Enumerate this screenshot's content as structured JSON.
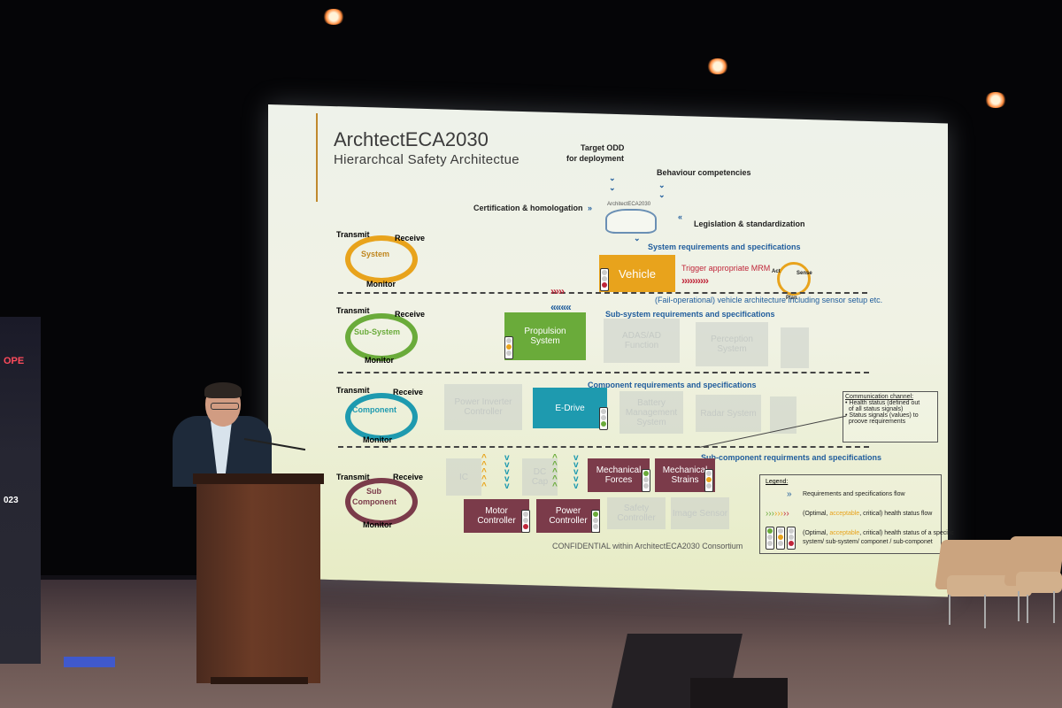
{
  "slide": {
    "title": "ArchtectECA2030",
    "subtitle": "Hierarchcal Safety Architectue",
    "target_odd": "Target ODD",
    "for_deployment": "for deployment",
    "behaviour": "Behaviour competencies",
    "certification": "Certification & homologation",
    "legislation": "Legislation & standardization",
    "car_label": "ArchitectECA2030",
    "sys_req": "System requirements and specifications",
    "vehicle": "Vehicle",
    "trigger": "Trigger appropriate MRM",
    "act": "Act",
    "sense": "Sense",
    "plan": "Plan",
    "fail_op": "(Fail-operational) vehicle architecture including sensor setup etc.",
    "subsys_req": "Sub-system requirements and specifications",
    "propulsion_1": "Propulsion",
    "propulsion_2": "System",
    "adas_1": "ADAS/AD",
    "adas_2": "Function",
    "perception_1": "Perception",
    "perception_2": "System",
    "comp_req": "Component requirements and specifications",
    "power_inv_1": "Power Inverter",
    "power_inv_2": "Controller",
    "edrive": "E-Drive",
    "battery_1": "Battery",
    "battery_2": "Management",
    "battery_3": "System",
    "radar": "Radar System",
    "subcomp_req": "Sub-component requirments and specifications",
    "ic": "IC",
    "dc_1": "DC",
    "dc_2": "Cap",
    "mech_forces_1": "Mechanical",
    "mech_forces_2": "Forces",
    "mech_strains_1": "Mechanical",
    "mech_strains_2": "Strains",
    "motor_1": "Motor",
    "motor_2": "Controller",
    "power_ctrl_1": "Power",
    "power_ctrl_2": "Controller",
    "safety_1": "Safety",
    "safety_2": "Controller",
    "image_sensor": "Image Sensor",
    "confidential": "CONFIDENTIAL within ArchitectECA2030 Consortium",
    "comm_title": "Communication channel:",
    "comm_b1a": "Health status (defined out",
    "comm_b1b": "of all status signals)",
    "comm_b2a": "Status signals (values) to",
    "comm_b2b": "proove requirements",
    "legend_title": "Legend:",
    "legend_flow": "Requirements and specifications flow",
    "legend_health_pre": "(Optimal, ",
    "legend_health_acc": "acceptable",
    "legend_health_post": ", critical) health status flow",
    "legend_status_pre": "(Optimal, ",
    "legend_status_acc": "acceptable",
    "legend_status_post": ", critical) health status of a specific",
    "legend_status_2": "system/ sub-system/ componet / sub-componet",
    "transmit": "Transmit",
    "receive": "Receive",
    "monitor": "Monitor",
    "ring_system": "System",
    "ring_subsystem": "Sub-System",
    "ring_component": "Component",
    "ring_sub": "Sub",
    "ring_comp": "Component"
  },
  "banner": {
    "text_ope": "OPE",
    "text_year": "023"
  },
  "colors": {
    "gold": "#e8a31c",
    "green": "#6aab3a",
    "teal": "#1e9aaf",
    "maroon": "#7b3b4a",
    "blue": "#1f5c9c",
    "red_chevron": "#c0263a"
  }
}
